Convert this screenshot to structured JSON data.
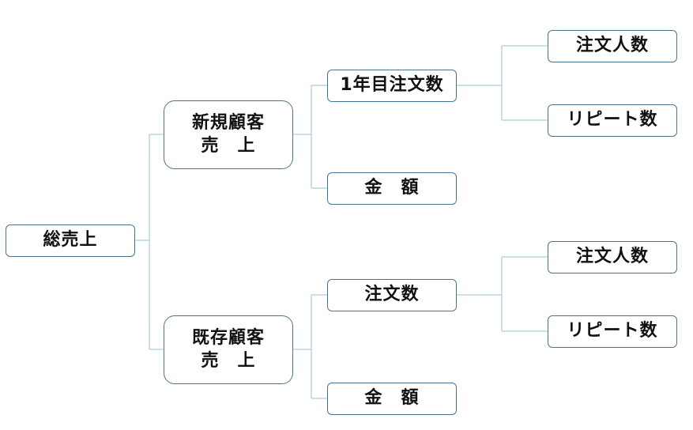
{
  "tree": {
    "root": {
      "label": "総売上"
    },
    "new_customer": {
      "line1": "新規顧客",
      "line2": "売　上",
      "orders": {
        "label": "1年目注文数"
      },
      "amount": {
        "label": "金　額"
      },
      "people": {
        "label": "注文人数"
      },
      "repeat": {
        "label": "リピート数"
      }
    },
    "existing_customer": {
      "line1": "既存顧客",
      "line2": "売　上",
      "orders": {
        "label": "注文数"
      },
      "amount": {
        "label": "金　額"
      },
      "people": {
        "label": "注文人数"
      },
      "repeat": {
        "label": "リピート数"
      }
    }
  },
  "colors": {
    "node_border": "#4a7590",
    "connector": "#9ac0d6",
    "text": "#111111"
  }
}
